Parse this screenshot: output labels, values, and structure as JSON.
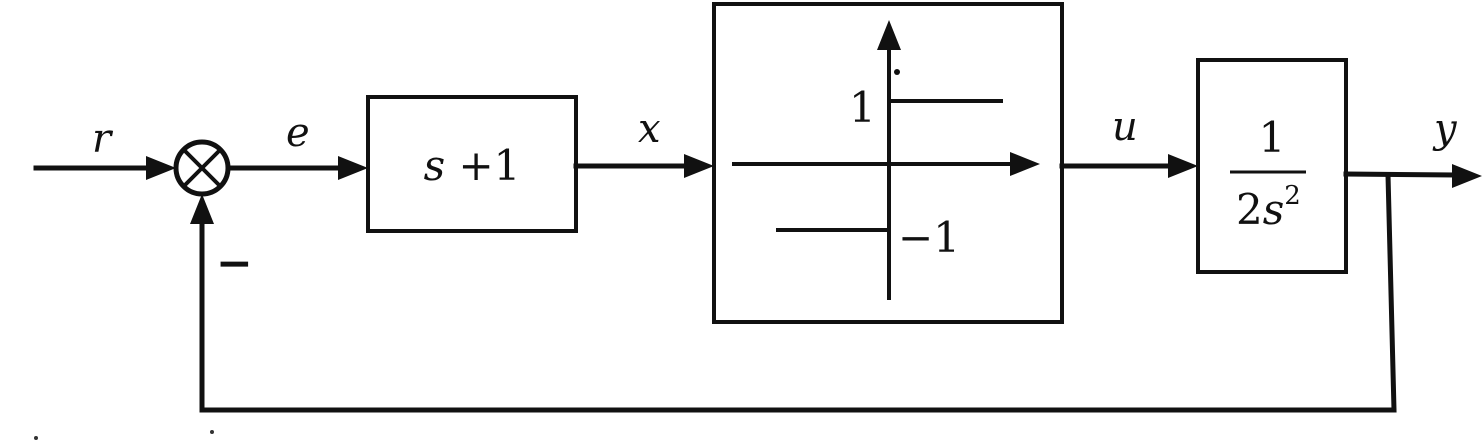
{
  "signals": {
    "r": "r",
    "e": "e",
    "x": "x",
    "u": "u",
    "y": "y"
  },
  "summing_junction": {
    "feedback_sign": "−"
  },
  "blocks": {
    "controller": {
      "s": "s",
      "rest": " +1"
    },
    "nonlinearity": {
      "upper_level": "1",
      "lower_level": "−1"
    },
    "plant": {
      "numerator": "1",
      "denominator_coeff": "2",
      "denominator_var": "s",
      "denominator_exp": "2"
    }
  }
}
